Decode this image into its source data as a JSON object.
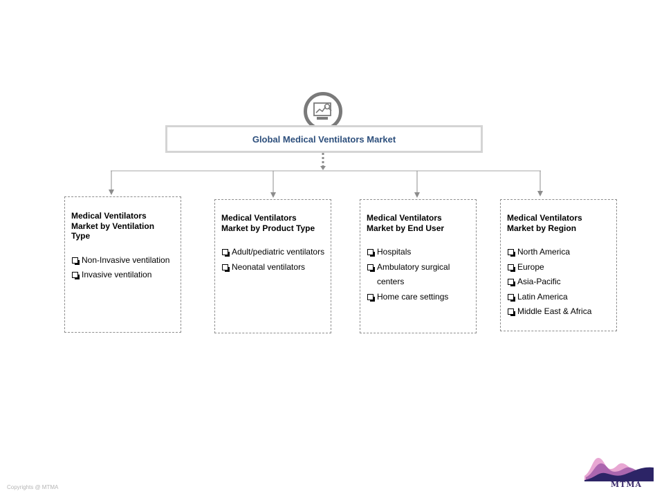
{
  "diagram": {
    "title": "Global Medical Ventilators Market",
    "hub_icon": "analytics-chart-icon",
    "segments": [
      {
        "title": "Medical Ventilators Market by Ventilation Type",
        "items": [
          "Non-Invasive ventilation",
          "Invasive ventilation"
        ]
      },
      {
        "title": "Medical Ventilators Market by Product Type",
        "items": [
          "Adult/pediatric ventilators",
          "Neonatal ventilators"
        ]
      },
      {
        "title": "Medical Ventilators Market by End User",
        "items": [
          "Hospitals",
          "Ambulatory surgical centers",
          "Home care settings"
        ]
      },
      {
        "title": "Medical Ventilators Market by Region",
        "items": [
          "North America",
          "Europe",
          "Asia-Pacific",
          "Latin America",
          "Middle East & Africa"
        ]
      }
    ]
  },
  "footer": {
    "copyright": "Copyrights @ MTMA",
    "logo_text": "MTMA"
  },
  "colors": {
    "title_text": "#2d4f7c",
    "connector": "#8c8c8c",
    "icon_ring": "#7a7a7a"
  }
}
